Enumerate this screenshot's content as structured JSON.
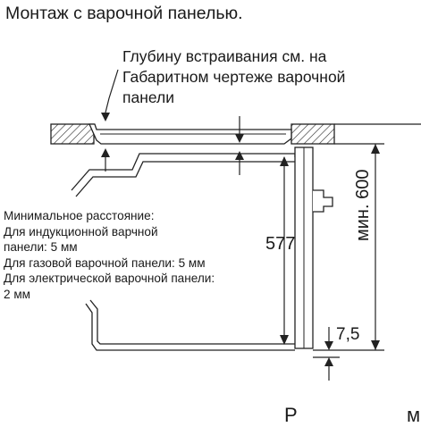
{
  "title": "Монтаж с варочной панелью.",
  "callout_lines": [
    "Глубину встраивания см. на",
    "Габаритном чертеже варочной",
    "панели"
  ],
  "min_distance": {
    "heading": "Минимальное расстояние:",
    "lines": [
      "Для индукционной варчной",
      "панели: 5 мм",
      "Для газовой варочной панели: 5 мм",
      "Для электрической варочной панели:",
      "2 мм"
    ]
  },
  "dimensions": {
    "height_577": "577",
    "min_600": "мин. 600",
    "gap_7_5": "7,5"
  },
  "footer": {
    "left_glyph": "Р",
    "right_glyph": "м"
  }
}
